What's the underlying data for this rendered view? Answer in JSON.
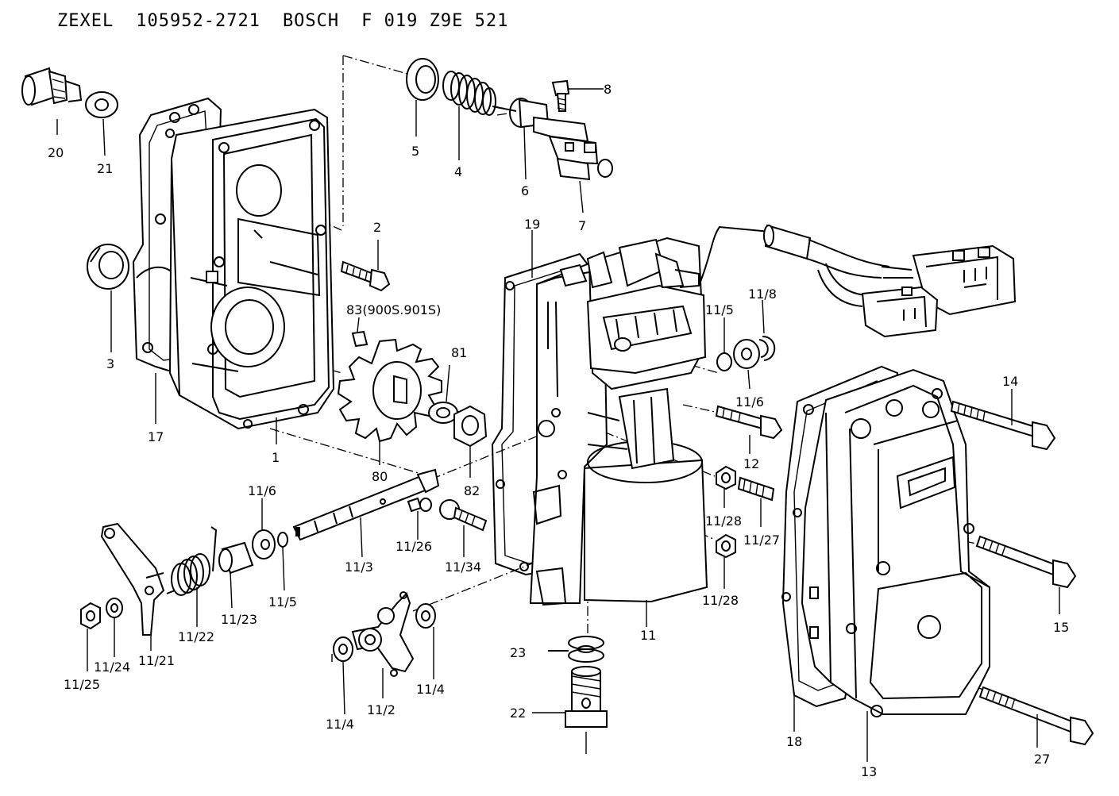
{
  "header": {
    "brand_a": "ZEXEL",
    "part_a": "105952-2721",
    "brand_b": "BOSCH",
    "part_b": "F 019 Z9E 521"
  },
  "callouts": {
    "c1": "1",
    "c2": "2",
    "c3": "3",
    "c4": "4",
    "c5": "5",
    "c6": "6",
    "c7": "7",
    "c8": "8",
    "c11": "11",
    "c11_2": "11/2",
    "c11_3": "11/3",
    "c11_4a": "11/4",
    "c11_4b": "11/4",
    "c11_5a": "11/5",
    "c11_5b": "11/5",
    "c11_6a": "11/6",
    "c11_6b": "11/6",
    "c11_8": "11/8",
    "c11_21": "11/21",
    "c11_22": "11/22",
    "c11_23": "11/23",
    "c11_24": "11/24",
    "c11_25": "11/25",
    "c11_26": "11/26",
    "c11_27": "11/27",
    "c11_28a": "11/28",
    "c11_28b": "11/28",
    "c11_34": "11/34",
    "c12": "12",
    "c13": "13",
    "c14": "14",
    "c15": "15",
    "c17": "17",
    "c18": "18",
    "c19": "19",
    "c20": "20",
    "c21": "21",
    "c22": "22",
    "c23": "23",
    "c27": "27",
    "c80": "80",
    "c81": "81",
    "c82": "82",
    "c83": "83(900S.901S)"
  }
}
